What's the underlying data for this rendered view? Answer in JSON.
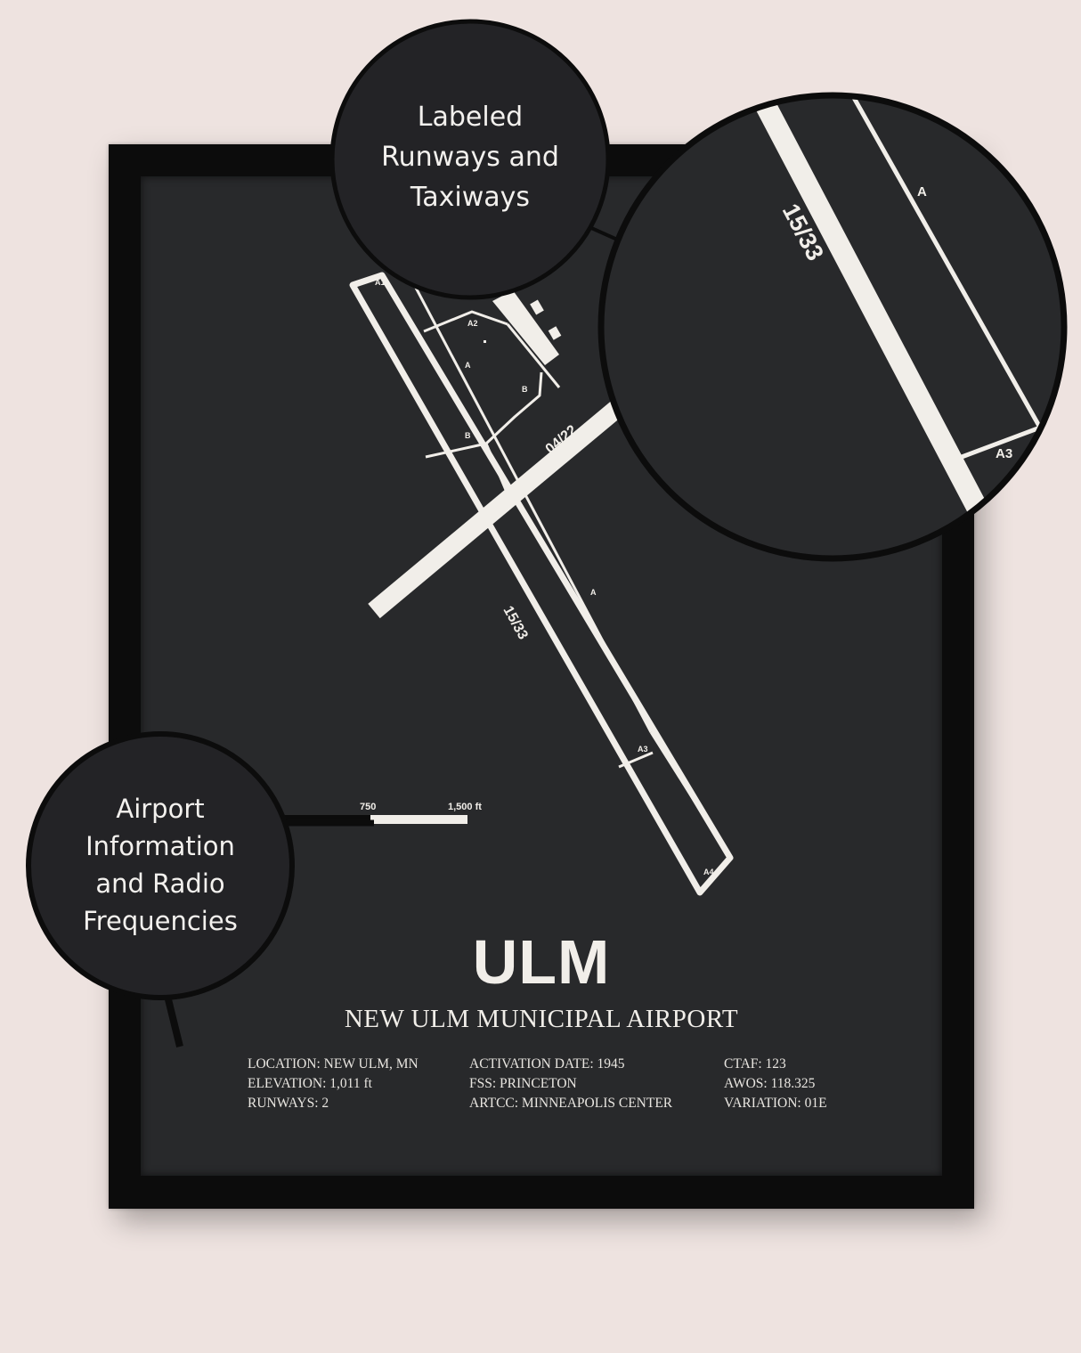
{
  "callouts": {
    "runways": {
      "lines": [
        "Labeled",
        "Runways and",
        "Taxiways"
      ]
    },
    "info": {
      "lines": [
        "Airport",
        "Information",
        "and Radio",
        "Frequencies"
      ]
    }
  },
  "map": {
    "runway_labels": {
      "main": "15/33",
      "cross": "04/22",
      "zoom": "15/33"
    },
    "taxiway_labels": {
      "a1": "A1",
      "a2": "A2",
      "a_upper": "A",
      "b_upper": "B",
      "b_lower": "B",
      "a_lower": "A",
      "a3": "A3",
      "a4": "A4",
      "zoom_a": "A",
      "zoom_a3": "A3"
    },
    "scale": {
      "mid": "750",
      "end": "1,500 ft"
    }
  },
  "poster": {
    "code": "ULM",
    "name": "NEW ULM MUNICIPAL AIRPORT",
    "info_columns": [
      [
        "LOCATION: NEW ULM, MN",
        "ELEVATION: 1,011 ft",
        "RUNWAYS: 2"
      ],
      [
        "ACTIVATION DATE: 1945",
        "FSS: PRINCETON",
        "ARTCC: MINNEAPOLIS CENTER"
      ],
      [
        "CTAF: 123",
        "AWOS: 118.325",
        "VARIATION: 01E"
      ]
    ]
  },
  "colors": {
    "wall": "#eee3e0",
    "frame": "#0c0c0c",
    "poster": "#28292b",
    "ink": "#f1eee9",
    "bubble": "#232326"
  }
}
